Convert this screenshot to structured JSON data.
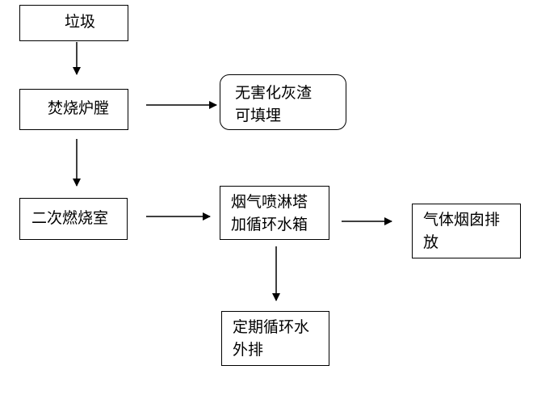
{
  "nodes": {
    "garbage": {
      "lines": [
        "垃圾"
      ]
    },
    "incinerator_chamber": {
      "lines": [
        "焚烧炉膛"
      ]
    },
    "harmless_ash": {
      "lines": [
        "无害化灰渣",
        "可填埋"
      ]
    },
    "secondary_combustion": {
      "lines": [
        "二次燃烧室"
      ]
    },
    "flue_gas_spray_tower": {
      "lines": [
        "烟气喷淋塔",
        "加循环水箱"
      ]
    },
    "gas_chimney_exhaust": {
      "lines": [
        "气体烟囱排",
        "放"
      ]
    },
    "periodic_water_discharge": {
      "lines": [
        "定期循环水",
        "外排"
      ]
    }
  },
  "colors": {
    "stroke": "#000000",
    "background": "#ffffff"
  }
}
